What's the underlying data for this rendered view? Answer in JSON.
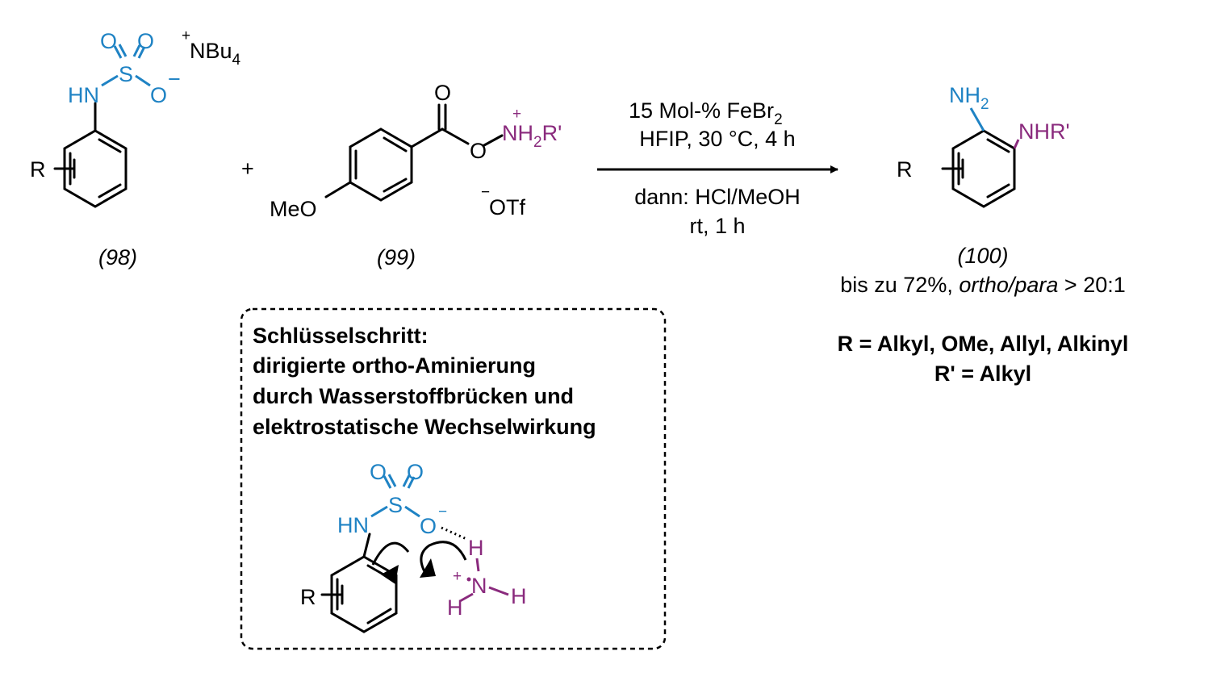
{
  "reactant_98": {
    "label": "(98)",
    "hn": "HN",
    "s": "S",
    "o1": "O",
    "o2": "O",
    "o3": "O",
    "minus": "−",
    "counter_cation_plus": "+",
    "counter_cation": "NBu",
    "counter_cation_sub": "4",
    "r": "R"
  },
  "plus_sign": "+",
  "reactant_99": {
    "label": "(99)",
    "carbonyl_o": "O",
    "ester_o": "O",
    "ammonium": "NH",
    "ammonium_sub": "2",
    "ammonium_r": "R'",
    "ammonium_plus": "+",
    "meo": "MeO",
    "counter_anion_minus": "−",
    "counter_anion": "OTf"
  },
  "conditions": {
    "line1_main": "15 Mol-% FeBr",
    "line1_sub": "2",
    "line2": "HFIP, 30 °C, 4 h",
    "line3": "dann: HCl/MeOH",
    "line4": "rt, 1 h"
  },
  "product_100": {
    "label": "(100)",
    "nh2_main": "NH",
    "nh2_sub": "2",
    "nhr": "NHR'",
    "r": "R",
    "yield_prefix": "bis zu 72%, ",
    "yield_italic": "ortho/para",
    "yield_suffix": " > 20:1",
    "scope_r": "R = Alkyl, OMe, Allyl, Alkinyl",
    "scope_r_prime": "R' = Alkyl"
  },
  "key_step_box": {
    "line1": "Schlüsselschritt:",
    "line2": "dirigierte ortho-Aminierung",
    "line3": "durch Wasserstoffbrücken und",
    "line4": "elektrostatische Wechselwirkung",
    "hn": "HN",
    "s": "S",
    "o1": "O",
    "o2": "O",
    "o3": "O",
    "minus": "−",
    "r": "R",
    "h_top": "H",
    "n": "N",
    "n_plus": "+",
    "h_right": "H",
    "h_bottom": "H"
  },
  "colors": {
    "sulfamate_blue": "#1f83c4",
    "ammonium_purple": "#8a2a7d",
    "text": "#000000"
  }
}
